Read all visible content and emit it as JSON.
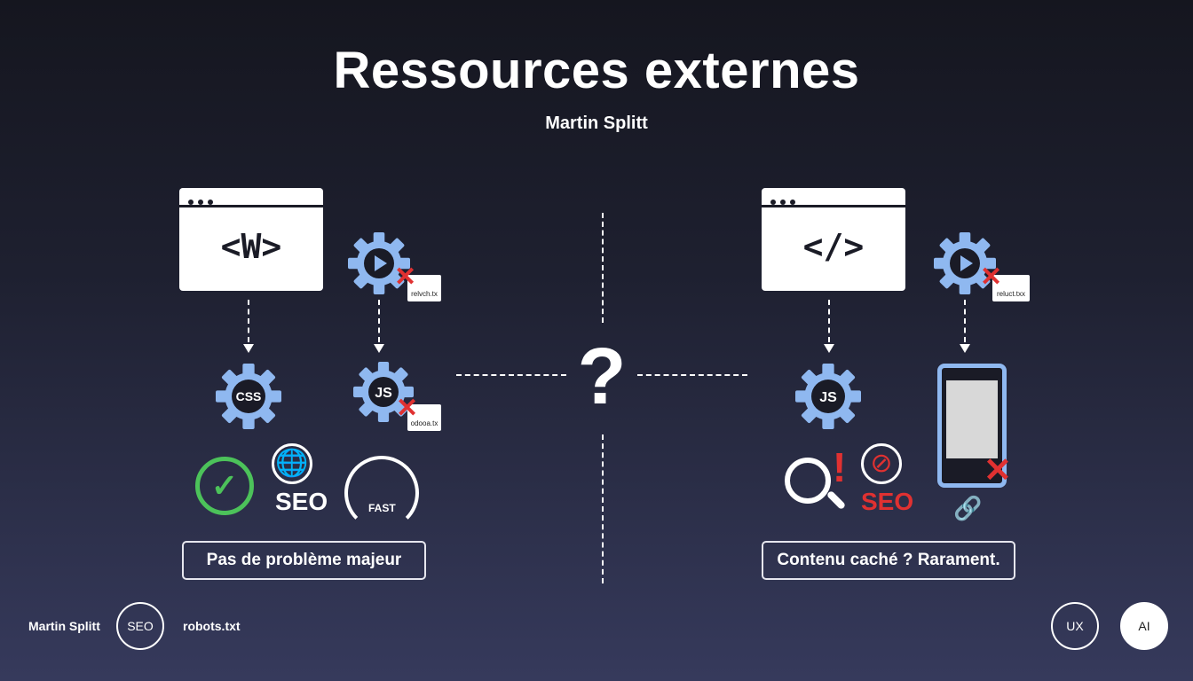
{
  "title": "Ressources externes",
  "subtitle": "Martin Splitt",
  "left": {
    "window_code": "<W>",
    "gear_css": "CSS",
    "gear_js": "JS",
    "doc1": "relvch.tx",
    "doc2": "odooa.tx",
    "seo": "SEO",
    "speed": "FAST",
    "caption": "Pas de problème majeur"
  },
  "center": {
    "question": "?"
  },
  "right": {
    "window_code": "</>",
    "gear_js": "JS",
    "doc1": "reluct.txx",
    "seo": "SEO",
    "alert": "!",
    "caption": "Contenu caché ? Rarament."
  },
  "footer": {
    "author": "Martin Splitt",
    "seo_badge": "SEO",
    "robots": "robots.txt",
    "ux": "UX",
    "ai": "AI"
  },
  "colors": {
    "gear": "#8fb8f0",
    "red": "#e03131",
    "green": "#4cc25a"
  }
}
